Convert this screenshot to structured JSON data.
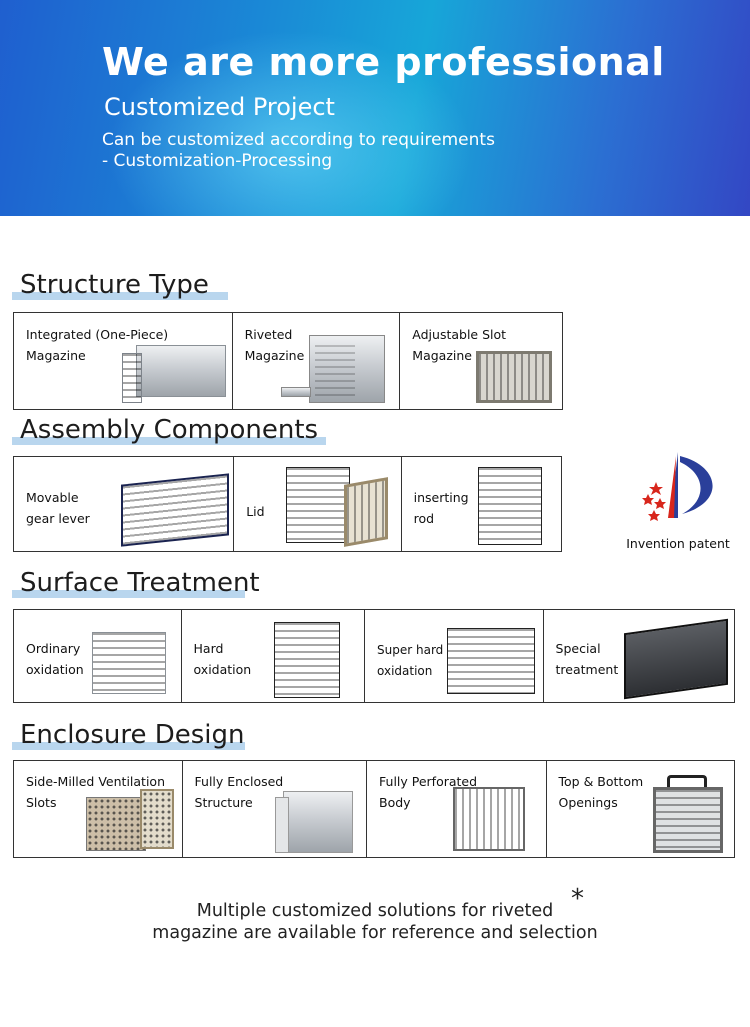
{
  "banner": {
    "title": "We are more professional",
    "subtitle": "Customized Project",
    "description": "Can be customized according to requirements\n- Customization-Processing"
  },
  "sections": {
    "structure": {
      "title": "Structure Type",
      "items": [
        {
          "label": "Integrated (One-Piece)\nMagazine",
          "icon": "one-piece-magazine-icon"
        },
        {
          "label": "Riveted\nMagazine",
          "icon": "riveted-magazine-icon"
        },
        {
          "label": "Adjustable Slot\nMagazine",
          "icon": "adjustable-slot-magazine-icon"
        }
      ]
    },
    "assembly": {
      "title": "Assembly Components",
      "items": [
        {
          "label": "Movable\ngear lever",
          "icon": "gear-lever-magazine-icon"
        },
        {
          "label": "Lid",
          "icon": "lid-magazine-icon"
        },
        {
          "label": "inserting\nrod",
          "icon": "inserting-rod-magazine-icon"
        }
      ],
      "patent_label": "Invention patent"
    },
    "surface": {
      "title": "Surface Treatment",
      "items": [
        {
          "label": "Ordinary\noxidation",
          "icon": "ordinary-oxidation-icon"
        },
        {
          "label": "Hard\noxidation",
          "icon": "hard-oxidation-icon"
        },
        {
          "label": "Super hard\noxidation",
          "icon": "super-hard-oxidation-icon"
        },
        {
          "label": "Special\ntreatment",
          "icon": "special-treatment-icon"
        }
      ]
    },
    "enclosure": {
      "title": "Enclosure Design",
      "items": [
        {
          "label": "Side-Milled Ventilation\nSlots",
          "icon": "ventilation-slots-icon"
        },
        {
          "label": "Fully Enclosed\nStructure",
          "icon": "enclosed-structure-icon"
        },
        {
          "label": "Fully Perforated\nBody",
          "icon": "perforated-body-icon"
        },
        {
          "label": "Top & Bottom\nOpenings",
          "icon": "top-bottom-openings-icon"
        }
      ]
    }
  },
  "footer": {
    "text": "Multiple customized solutions for riveted\nmagazine are available for reference and selection",
    "mark": "*"
  },
  "colors": {
    "banner_start": "#1f5fcf",
    "banner_end": "#3347c4",
    "heading_underline": "#b9d6ee",
    "patent_red": "#d8261c",
    "patent_blue": "#2a3f9a"
  }
}
